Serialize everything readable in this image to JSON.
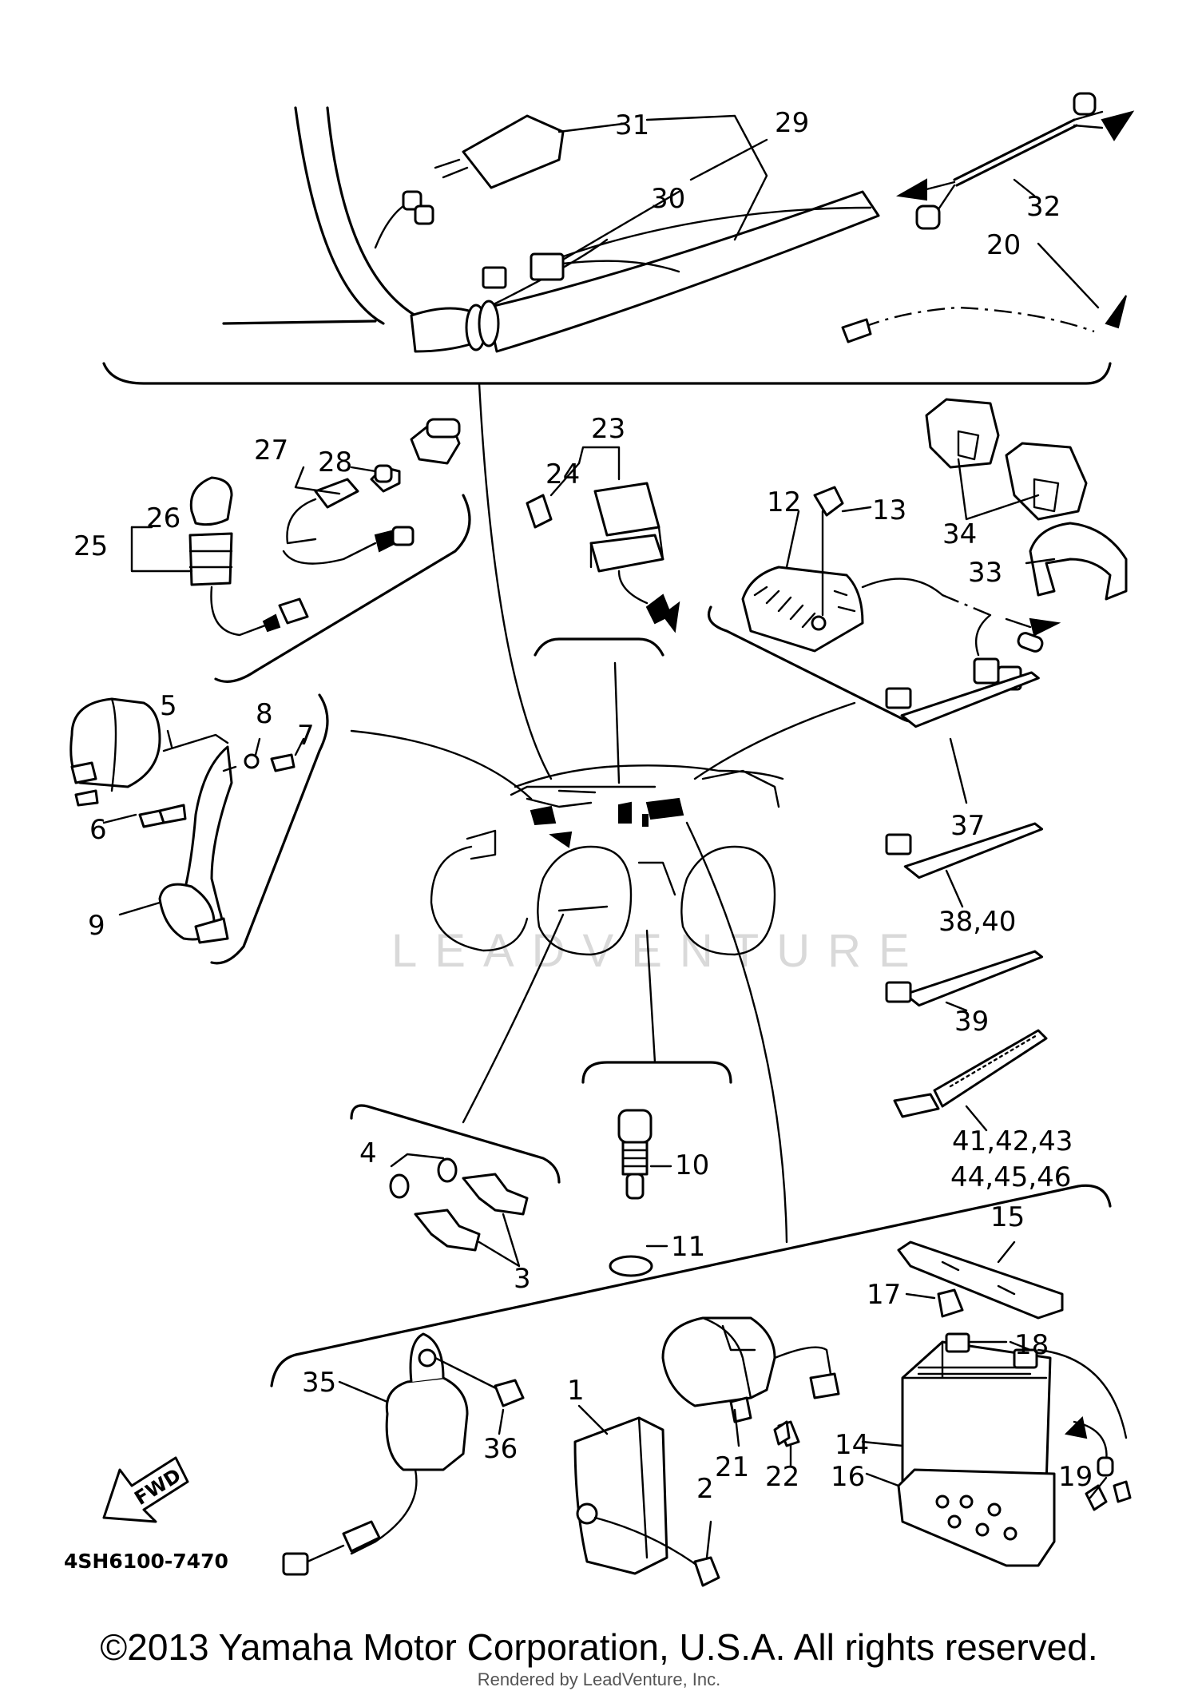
{
  "labels": {
    "l1": "1",
    "l2": "2",
    "l3": "3",
    "l4": "4",
    "l5": "5",
    "l6": "6",
    "l7": "7",
    "l8": "8",
    "l9": "9",
    "l10": "10",
    "l11": "11",
    "l12": "12",
    "l13": "13",
    "l14": "14",
    "l15": "15",
    "l16": "16",
    "l17": "17",
    "l18": "18",
    "l19": "19",
    "l20": "20",
    "l21": "21",
    "l22": "22",
    "l23": "23",
    "l24": "24",
    "l25": "25",
    "l26": "26",
    "l27": "27",
    "l28": "28",
    "l29": "29",
    "l30": "30",
    "l31": "31",
    "l32": "32",
    "l33": "33",
    "l34": "34",
    "l35": "35",
    "l36": "36",
    "l37": "37",
    "l38_40": "38,40",
    "l39": "39",
    "l41_43": "41,42,43",
    "l44_46": "44,45,46"
  },
  "diagram_code": "4SH6100-7470",
  "fwd_label": "FWD",
  "watermark": "LEADVENTURE",
  "copyright": "©2013 Yamaha Motor Corporation, U.S.A. All rights reserved.",
  "rendered_by": "Rendered by LeadVenture, Inc."
}
